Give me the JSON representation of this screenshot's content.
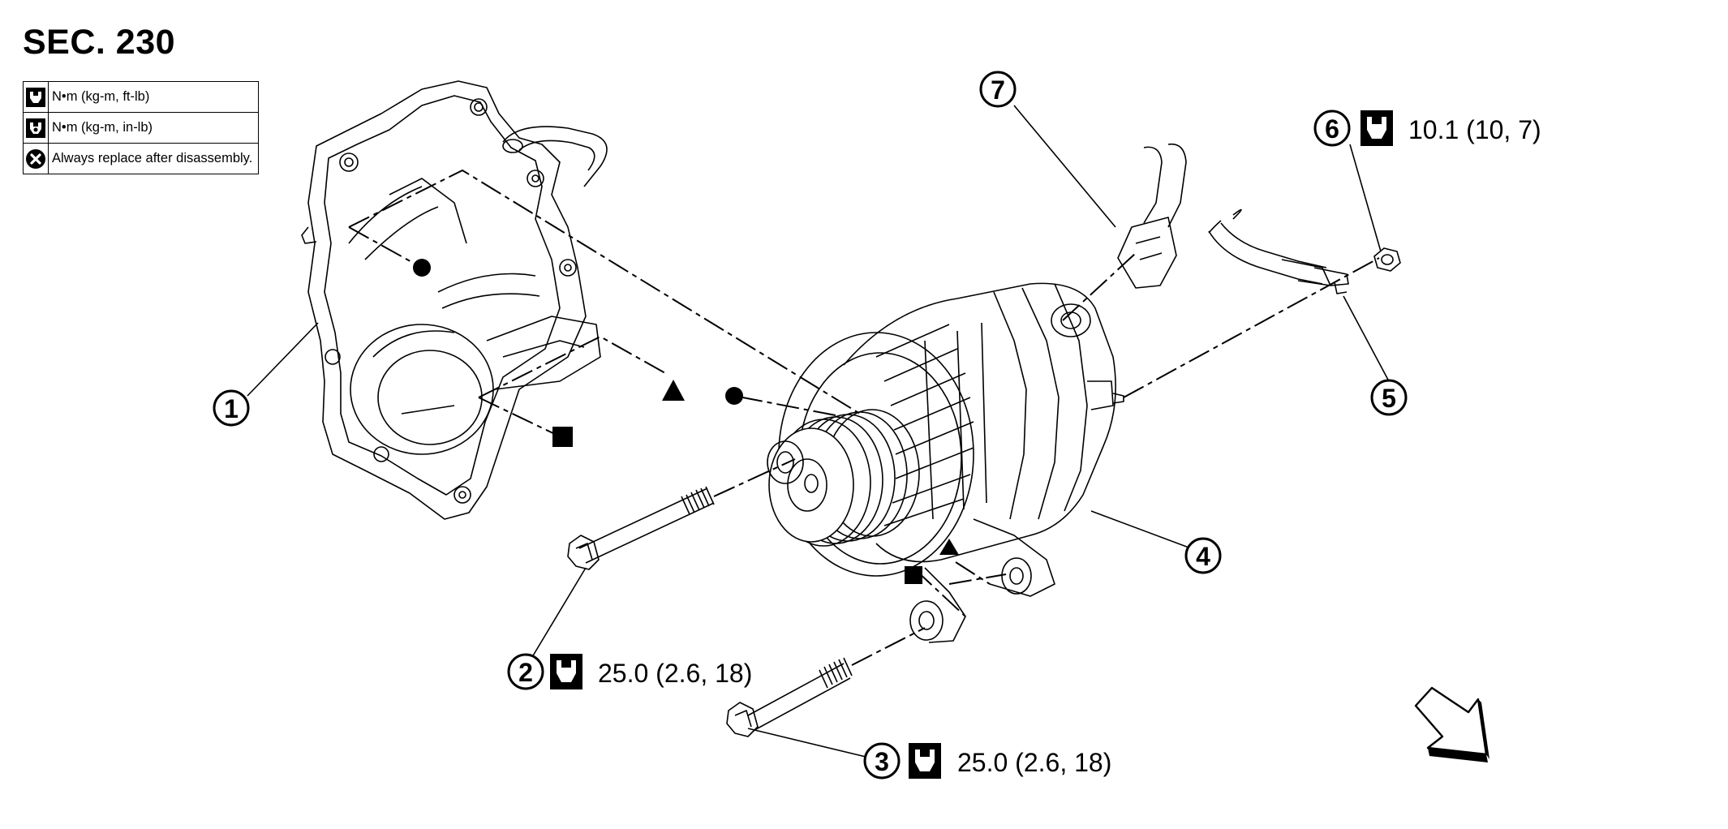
{
  "section_title": "SEC. 230",
  "legend": [
    {
      "icon": "torque-wrench-icon",
      "text": "N•m (kg-m, ft-lb)"
    },
    {
      "icon": "torque-wrench-small-icon",
      "text": "N•m (kg-m, in-lb)"
    },
    {
      "icon": "replace-part-icon",
      "text": "Always replace after disassembly."
    }
  ],
  "callouts": [
    {
      "num": "1"
    },
    {
      "num": "2",
      "torque": "25.0 (2.6, 18)"
    },
    {
      "num": "3",
      "torque": "25.0 (2.6, 18)"
    },
    {
      "num": "4"
    },
    {
      "num": "5"
    },
    {
      "num": "6",
      "torque": "10.1 (10, 7)"
    },
    {
      "num": "7"
    }
  ]
}
